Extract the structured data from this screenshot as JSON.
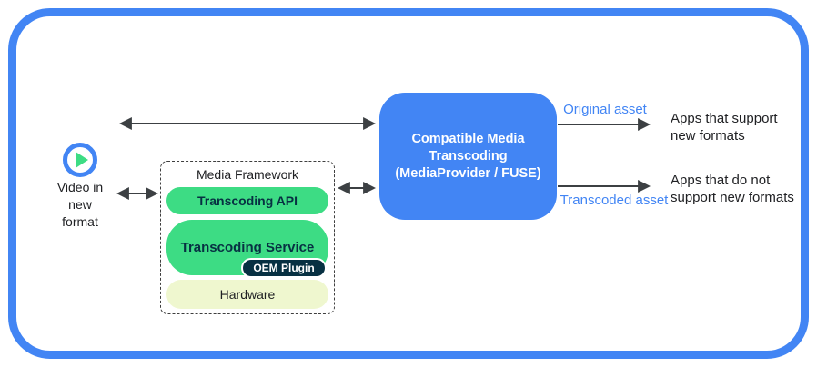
{
  "colors": {
    "blue": "#4285f4",
    "green": "#3ddc84",
    "navy": "#073042",
    "hardware": "#eff7cf",
    "arrow": "#3c4043",
    "ink": "#202124"
  },
  "video_source": {
    "line1": "Video in",
    "line2": "new",
    "line3": "format"
  },
  "media_framework": {
    "title": "Media Framework",
    "api_label": "Transcoding API",
    "service_label": "Transcoding Service",
    "oem_label": "OEM Plugin",
    "hardware_label": "Hardware"
  },
  "transcoder": {
    "line1": "Compatible Media",
    "line2": "Transcoding",
    "line3": "(MediaProvider / FUSE)"
  },
  "flows": {
    "original": {
      "label": "Original asset",
      "target_line1": "Apps that support",
      "target_line2": "new formats"
    },
    "transcoded": {
      "label": "Transcoded asset",
      "target_line1": "Apps that do not",
      "target_line2": "support new formats"
    }
  }
}
